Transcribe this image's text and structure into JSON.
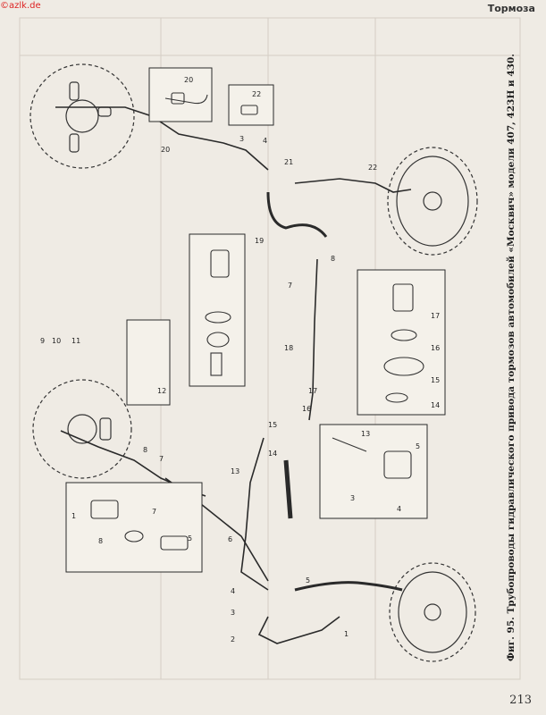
{
  "watermark": "©azlk.de",
  "header_title": "Тормоза",
  "page_number": "213",
  "figure_caption": "Фиг. 95. Трубопроводы гидравлического привода тормозов автомобилей «Москвич» модели 407, 423Н и 430.",
  "callouts": [
    "1",
    "2",
    "3",
    "4",
    "5",
    "6",
    "7",
    "8",
    "9",
    "10",
    "11",
    "12",
    "13",
    "14",
    "15",
    "16",
    "17",
    "18",
    "19",
    "20",
    "21",
    "22"
  ]
}
